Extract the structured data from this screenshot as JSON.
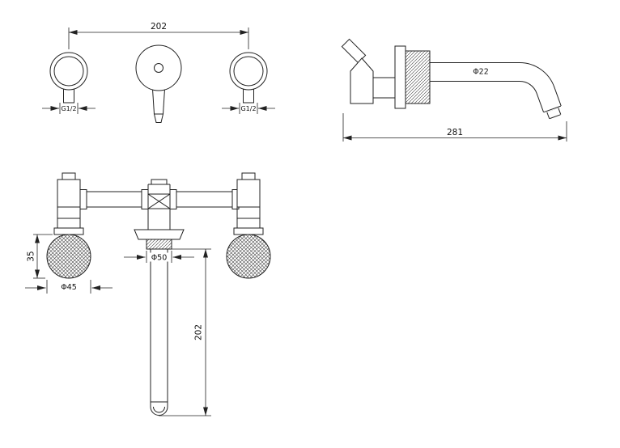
{
  "page": {
    "background": "#ffffff",
    "line_color": "#222222"
  },
  "views": {
    "front": {
      "dim_width": "202",
      "thread_left": "G1/2",
      "thread_right": "G1/2"
    },
    "side": {
      "dim_diameter": "Φ22",
      "dim_length": "281"
    },
    "plan": {
      "dim_height": "35",
      "dim_handle_dia": "Φ45",
      "dim_escutcheon_dia": "Φ50",
      "dim_spout_length": "202"
    }
  }
}
